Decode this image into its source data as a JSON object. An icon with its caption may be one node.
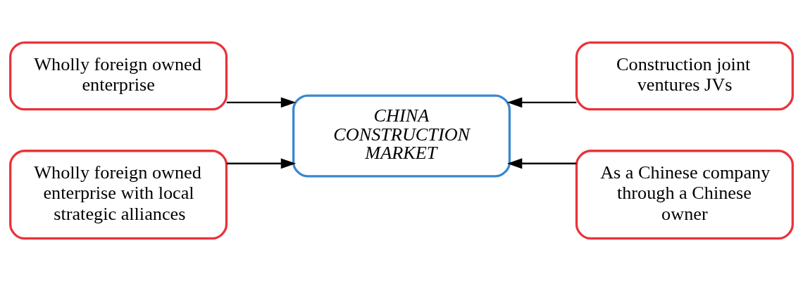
{
  "diagram": {
    "nodes": [
      {
        "text": [
          "Wholly foreign owned enterprise"
        ]
      },
      {
        "text": [
          "Construction joint ventures JVs"
        ]
      },
      {
        "text": [
          "CHINA CONSTRUCTION MARKET"
        ]
      },
      {
        "text": [
          "Wholly foreign owned enterprise with local strategic alliances"
        ]
      },
      {
        "text": [
          "As a Chinese company through a Chinese owner"
        ]
      }
    ],
    "edges": [
      {
        "from": 0,
        "to": 2,
        "arrow": "to"
      },
      {
        "from": 1,
        "to": 2,
        "arrow": "to"
      },
      {
        "from": 3,
        "to": 2,
        "arrow": "to"
      },
      {
        "from": 4,
        "to": 2,
        "arrow": "to"
      }
    ]
  }
}
